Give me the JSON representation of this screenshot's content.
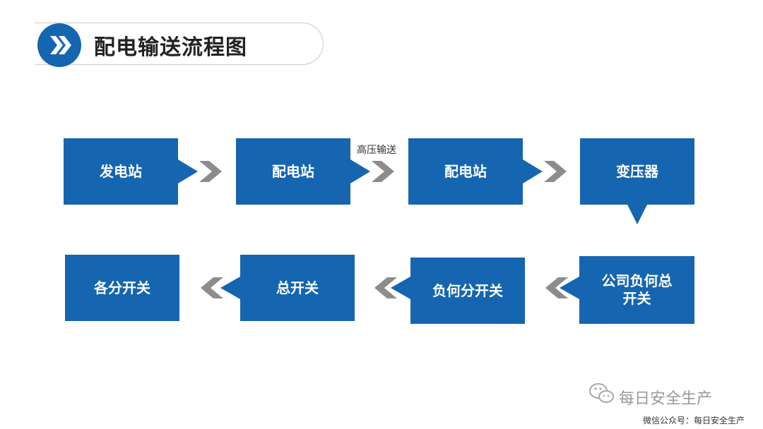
{
  "title": "配电输送流程图",
  "colors": {
    "box": "#1565b0",
    "arrow": "#8c8c8c",
    "title_circle": "#1565b0"
  },
  "icons": {
    "title": "double-chevron-right-icon",
    "flow_arrow": "chevron-arrow-icon",
    "wechat": "wechat-icon"
  },
  "nodes": {
    "n1": "发电站",
    "n2": "配电站",
    "n3": "配电站",
    "n4": "变压器",
    "n5": "公司负何总开关",
    "n6": "负何分开关",
    "n7": "总开关",
    "n8": "各分开关"
  },
  "edges": {
    "e2_3": "高压输送"
  },
  "watermark": {
    "large": "每日安全生产",
    "small": "微信公众号：每日安全生产"
  }
}
